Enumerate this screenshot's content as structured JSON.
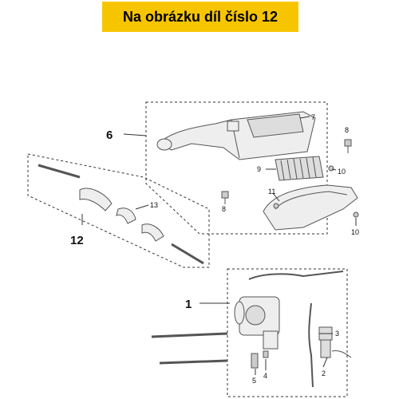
{
  "banner": {
    "text": "Na obrázku díl číslo 12",
    "background": "#f7c500"
  },
  "callouts": {
    "c1": "1",
    "c2": "2",
    "c3": "3",
    "c4": "4",
    "c5": "5",
    "c6": "6",
    "c7": "7",
    "c8a": "8",
    "c8b": "8",
    "c9": "9",
    "c10a": "10",
    "c10b": "10",
    "c11": "11",
    "c12": "12",
    "c13": "13"
  },
  "colors": {
    "line": "#333333",
    "part": "#555555",
    "part_fill": "#eeeeee"
  }
}
